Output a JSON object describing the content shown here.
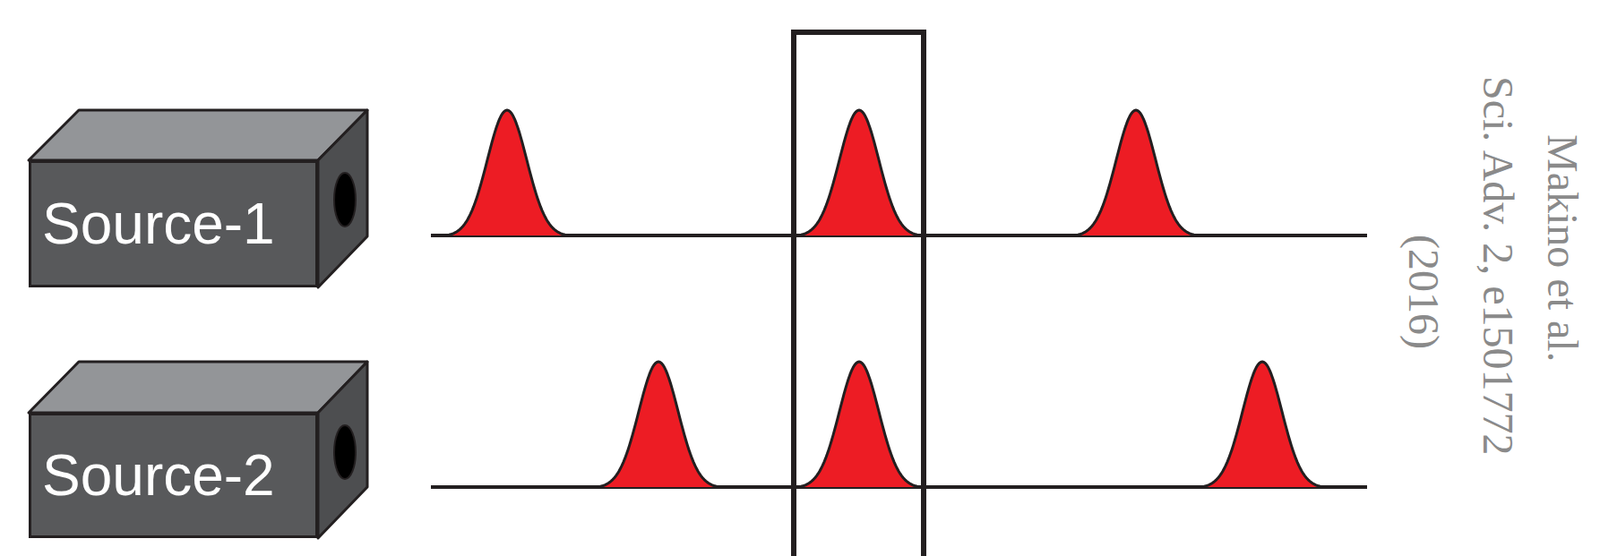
{
  "diagram": {
    "nodes": [
      {
        "text": [
          "Source-1"
        ]
      },
      {
        "text": [
          "Source-2"
        ]
      }
    ],
    "labels": [
      "Makino et al.",
      "Sci. Adv. 2, e1501772",
      "(2016)"
    ]
  }
}
